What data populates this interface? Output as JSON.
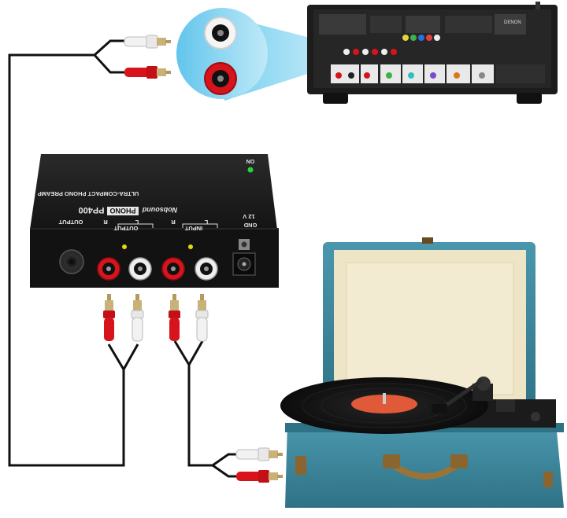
{
  "preamp": {
    "brand": "Nobsound",
    "model_badge": "PHONO",
    "model": "PP400",
    "subtitle": "ULTRA-COMPACT PHONO PREAMP",
    "on_label": "ON",
    "output_section": "OUTPUT",
    "input_section": "INPUT",
    "output_jack_label": "OUTPUT",
    "left_label": "L",
    "right_label": "R",
    "power_label": "12 V",
    "gnd_label": "GND"
  },
  "receiver": {
    "brand": "DENON"
  },
  "colors": {
    "cable": "#111111",
    "rca_red": "#d7141c",
    "rca_white": "#f2f2f2",
    "preamp_body": "#1b1b1b",
    "turntable_case": "#3f8aa0",
    "turntable_lid_inner": "#eee5c7",
    "record": "#141414",
    "record_label": "#e05a3a",
    "zoom_bubble": "#7fd3f0"
  }
}
